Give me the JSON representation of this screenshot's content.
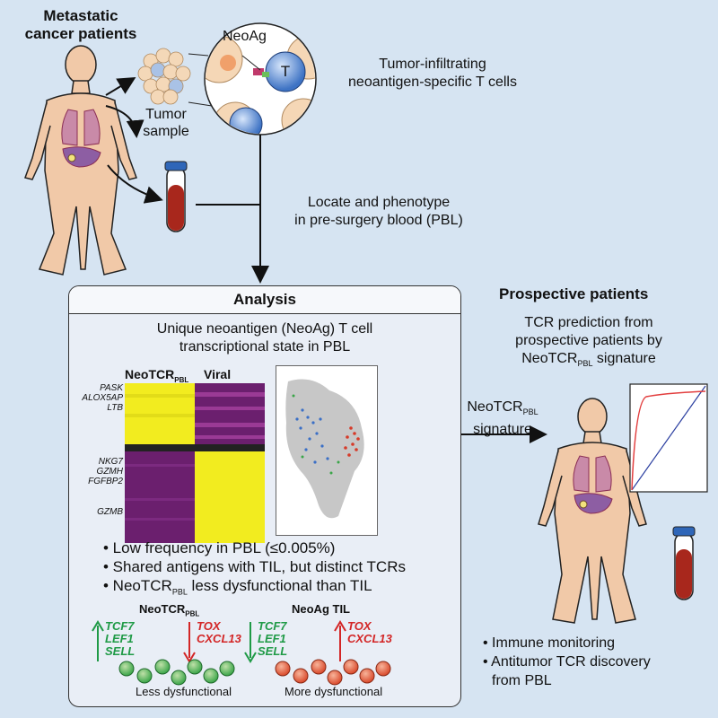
{
  "patients_title": [
    "Metastatic",
    "cancer patients"
  ],
  "tumor_sample": [
    "Tumor",
    "sample"
  ],
  "neoag_label": "NeoAg",
  "t_label": "T",
  "til_label": [
    "Tumor-infiltrating",
    "neoantigen-specific T cells"
  ],
  "locate_label": [
    "Locate and phenotype",
    "in pre-surgery blood (PBL)"
  ],
  "analysis": {
    "title": "Analysis",
    "subtitle": [
      "Unique neoantigen (NeoAg) T cell",
      "transcriptional state in PBL"
    ],
    "heatmap_col1": "NeoTCR",
    "heatmap_col1_sub": "PBL",
    "heatmap_col2": "Viral",
    "genes_top": [
      "PASK",
      "ALOX5AP",
      "LTB"
    ],
    "genes_mid": [
      "NKG7",
      "GZMH",
      "FGFBP2"
    ],
    "genes_bottom": [
      "GZMB"
    ],
    "bullets": [
      "• Low frequency in PBL (≤0.005%)",
      "• Shared antigens with TIL, but distinct TCRs",
      "• NeoTCR"
    ],
    "bullet3_sub": "PBL",
    "bullet3_rest": " less dysfunctional than TIL",
    "left_group": {
      "title": "NeoTCR",
      "title_sub": "PBL",
      "up_genes": [
        "TCF7",
        "LEF1",
        "SELL"
      ],
      "down_genes": [
        "TOX",
        "CXCL13"
      ],
      "caption": "Less dysfunctional"
    },
    "right_group": {
      "title": "NeoAg TIL",
      "down_genes": [
        "TCF7",
        "LEF1",
        "SELL"
      ],
      "up_genes": [
        "TOX",
        "CXCL13"
      ],
      "caption": "More dysfunctional"
    }
  },
  "signature_label": "NeoTCR",
  "signature_sub": "PBL",
  "signature_word": "signature",
  "prospective": {
    "title": "Prospective patients",
    "desc": [
      "TCR prediction from",
      "prospective patients by"
    ],
    "desc_last": "NeoTCR",
    "desc_last_sub": "PBL",
    "desc_last_rest": " signature",
    "bullets": [
      "• Immune monitoring",
      "• Antitumor TCR discovery",
      "from PBL"
    ]
  },
  "colors": {
    "background": "#d6e4f2",
    "heat_yellow": "#f2ec1f",
    "heat_purple": "#6b1f6e",
    "green": "#1f9a46",
    "red": "#d32626",
    "blood": "#a8271c",
    "skin": "#f1c9a8"
  }
}
